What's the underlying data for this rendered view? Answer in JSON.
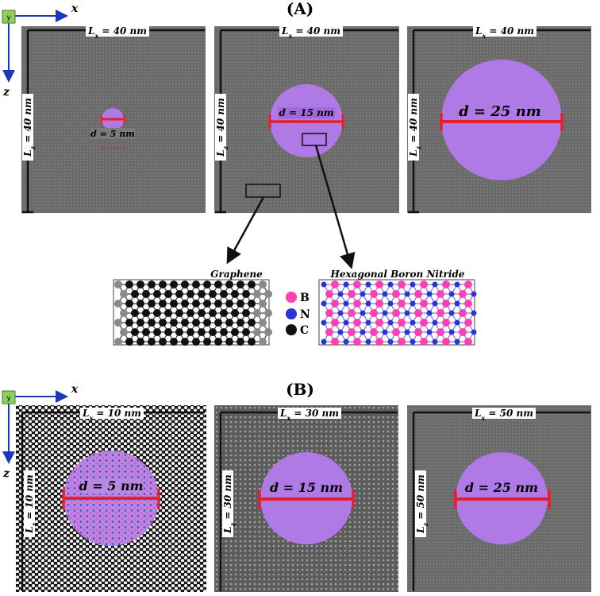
{
  "partA": {
    "label": "(A)",
    "panels": [
      {
        "lx": "L",
        "lx_sub": "x",
        "lx_rest": " = 40 nm",
        "lz": "L",
        "lz_sub": "z",
        "lz_rest": " = 40 nm",
        "d": "d = 5 nm"
      },
      {
        "lx": "L",
        "lx_sub": "x",
        "lx_rest": " = 40 nm",
        "lz": "L",
        "lz_sub": "z",
        "lz_rest": " = 40 nm",
        "d": "d = 15 nm"
      },
      {
        "lx": "L",
        "lx_sub": "x",
        "lx_rest": " = 40 nm",
        "lz": "L",
        "lz_sub": "z",
        "lz_rest": " = 40 nm",
        "d": "d = 25 nm"
      }
    ]
  },
  "partB": {
    "label": "(B)",
    "panels": [
      {
        "lx": "L",
        "lx_sub": "x",
        "lx_rest": " = 10 nm",
        "lz": "L",
        "lz_sub": "z",
        "lz_rest": " = 10 nm",
        "d": "d = 5 nm"
      },
      {
        "lx": "L",
        "lx_sub": "x",
        "lx_rest": " = 30 nm",
        "lz": "L",
        "lz_sub": "z",
        "lz_rest": " = 30 nm",
        "d": "d = 15 nm"
      },
      {
        "lx": "L",
        "lx_sub": "x",
        "lx_rest": " = 50 nm",
        "lz": "L",
        "lz_sub": "z",
        "lz_rest": " = 50 nm",
        "d": "d = 25 nm"
      }
    ]
  },
  "axes": {
    "x": "x",
    "z": "z",
    "y": "y"
  },
  "materials": {
    "graphene": "Graphene",
    "hbn": "Hexagonal Boron Nitride"
  },
  "legend": [
    {
      "label": "B",
      "color": "#ff3fb4"
    },
    {
      "label": "N",
      "color": "#2a34d8"
    },
    {
      "label": "C",
      "color": "#111111"
    }
  ],
  "colors": {
    "sheet": "#6a6a6a",
    "hole": "#b07ae6",
    "scale_bar": "#e4202a",
    "axis": "#1a39b8",
    "y_box": "#8fce5a"
  }
}
